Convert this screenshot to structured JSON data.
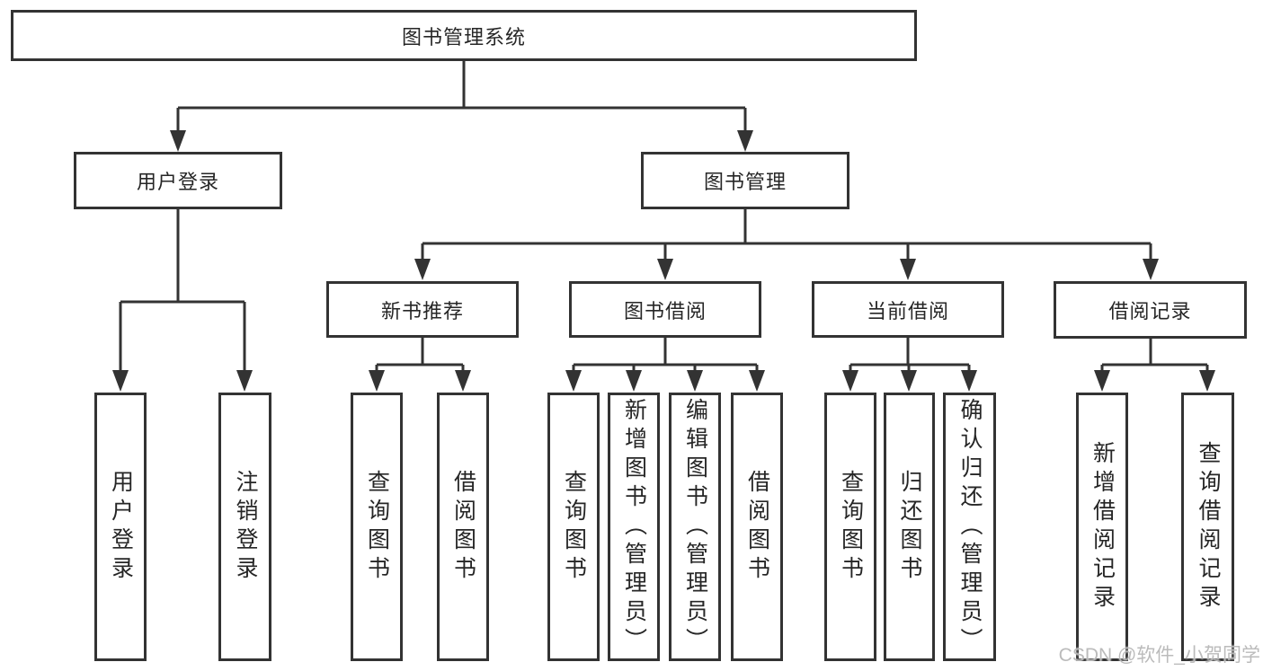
{
  "diagram": {
    "root": {
      "label": "图书管理系统"
    },
    "level2": {
      "user_login": {
        "label": "用户登录"
      },
      "book_mgmt": {
        "label": "图书管理"
      }
    },
    "level3": {
      "new_book_rec": {
        "label": "新书推荐"
      },
      "book_borrow": {
        "label": "图书借阅"
      },
      "current_borrow": {
        "label": "当前借阅"
      },
      "borrow_records": {
        "label": "借阅记录"
      }
    },
    "leaves": {
      "user_login_leaf": {
        "label": "用户登录"
      },
      "logout_leaf": {
        "label": "注销登录"
      },
      "query_books_rec": {
        "label": "查询图书"
      },
      "borrow_books_rec": {
        "label": "借阅图书"
      },
      "query_books_borrow": {
        "label": "查询图书"
      },
      "add_books_admin": {
        "label": "新增图书（管理员）"
      },
      "edit_books_admin": {
        "label": "编辑图书（管理员）"
      },
      "borrow_books_borrow": {
        "label": "借阅图书"
      },
      "query_books_current": {
        "label": "查询图书"
      },
      "return_books": {
        "label": "归还图书"
      },
      "confirm_return_admin": {
        "label": "确认归还（管理员）"
      },
      "add_borrow_record": {
        "label": "新增借阅记录"
      },
      "query_borrow_record": {
        "label": "查询借阅记录"
      }
    }
  },
  "watermark": {
    "text": "CSDN @软件_小贺同学"
  },
  "colors": {
    "line": "#333333",
    "text": "#262626",
    "background": "#ffffff",
    "watermark": "#b7b7b7"
  }
}
